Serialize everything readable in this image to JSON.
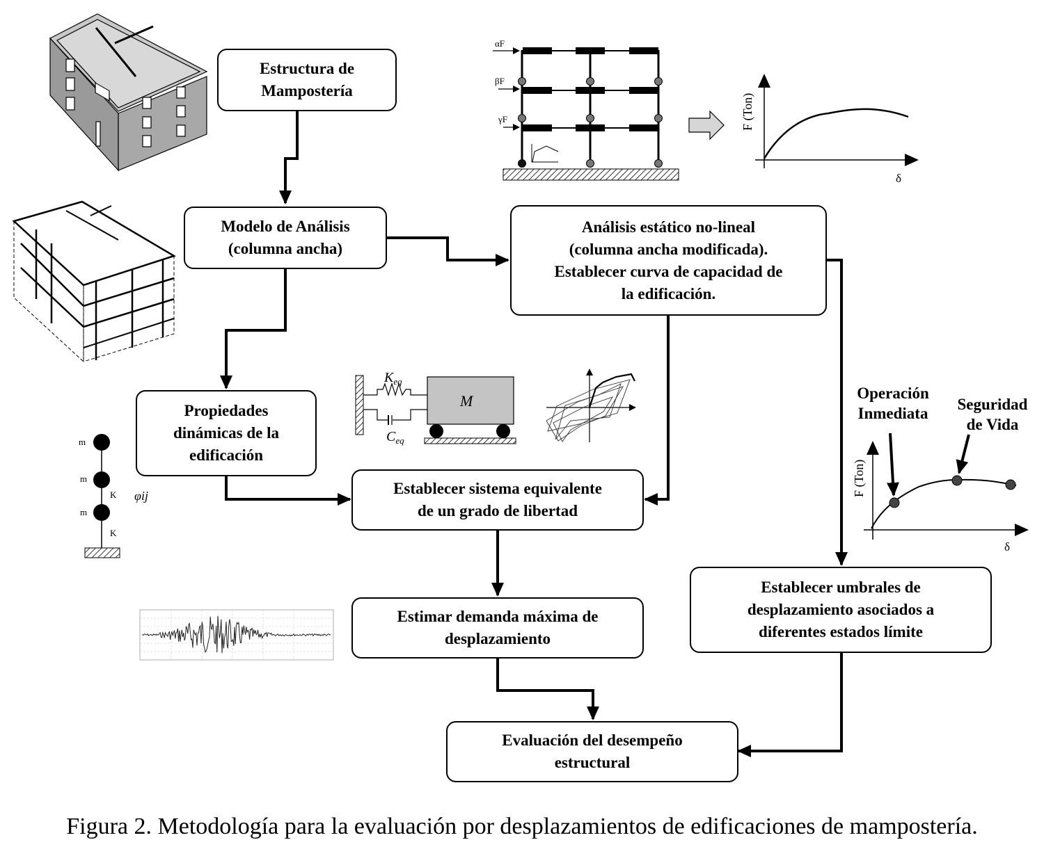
{
  "flowchart": {
    "boxes": {
      "estructura": "Estructura de\nMampostería",
      "modelo": "Modelo de Análisis\n(columna ancha)",
      "analisis": "Análisis estático no-lineal\n(columna ancha modificada).\nEstablecer curva de capacidad de\nla edificación.",
      "propiedades": "Propiedades\ndinámicas de la\nedificación",
      "sistema": "Establecer  sistema equivalente\nde un grado de libertad",
      "demanda": "Estimar demanda máxima de\ndesplazamiento",
      "umbrales": "Establecer umbrales de\ndesplazamiento asociados a\ndiferentes estados límite",
      "evaluacion": "Evaluación del desempeño\nestructural"
    }
  },
  "frame_model": {
    "loads": [
      "αF",
      "βF",
      "γF"
    ]
  },
  "capacity_curve_top": {
    "y_label": "F (Ton)",
    "x_label": "δ"
  },
  "sdof": {
    "spring_label": "K",
    "spring_sub": "eq",
    "damper_label": "C",
    "damper_sub": "eq",
    "mass_label": "M"
  },
  "stick_model": {
    "mass_labels": [
      "m",
      "m",
      "m"
    ],
    "stiffness_labels": [
      "K",
      "K"
    ],
    "mode_label": "φij"
  },
  "limit_states_chart": {
    "y_label": "F (Ton)",
    "x_label": "δ",
    "annotations": [
      "Operación\nInmediata",
      "Seguridad\nde Vida"
    ]
  },
  "caption": "Figura 2. Metodología para la evaluación por desplazamientos de edificaciones de mampostería."
}
